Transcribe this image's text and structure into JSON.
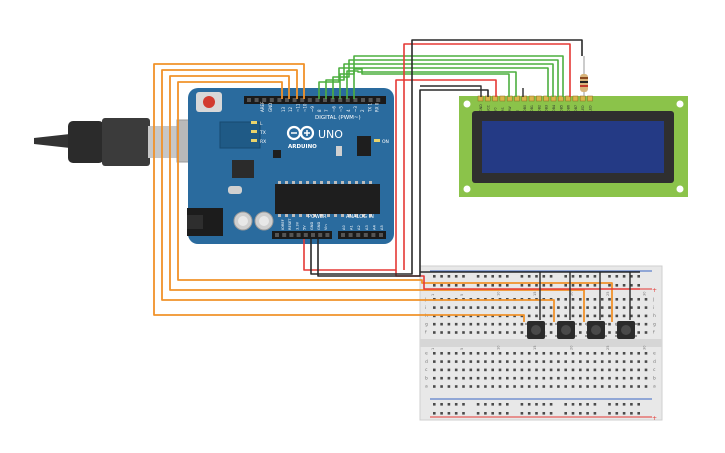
{
  "arduino": {
    "brand": "ARDUINO",
    "model": "UNO",
    "digital_label": "DIGITAL (PWM~)",
    "power_label": "POWER",
    "analog_label": "ANALOG IN",
    "led_on": "ON",
    "led_tx": "TX",
    "led_rx": "RX",
    "led_l": "L",
    "aref": "AREF",
    "gnd": "GND",
    "digital_pins": [
      "13",
      "12",
      "~11",
      "~10",
      "~9",
      "8",
      "7",
      "~6",
      "~5",
      "4",
      "~3",
      "2",
      "TX 1",
      "RX 0"
    ],
    "power_pins": [
      "IOREF",
      "RESET",
      "3.3V",
      "5V",
      "GND",
      "GND",
      "Vin"
    ],
    "analog_pins": [
      "A0",
      "A1",
      "A2",
      "A3",
      "A4",
      "A5"
    ]
  },
  "lcd": {
    "pin_labels": [
      "GND",
      "VCC",
      "V0",
      "RS",
      "RW",
      "E",
      "DB0",
      "DB1",
      "DB2",
      "DB3",
      "DB4",
      "DB5",
      "DB6",
      "DB7",
      "LED",
      "LED"
    ]
  },
  "breadboard": {
    "row_letters": [
      "j",
      "i",
      "h",
      "g",
      "f",
      "e",
      "d",
      "c",
      "b",
      "a"
    ],
    "column_numbers": [
      "1",
      "5",
      "10",
      "15",
      "20",
      "25",
      "30"
    ]
  },
  "buttons": {
    "count": 4
  },
  "colors": {
    "board": "#2a6b9e",
    "board_dark": "#1f5a86",
    "lcd_pcb": "#8bc34a",
    "lcd_screen": "#243a85",
    "wire_orange": "#f0922a",
    "wire_green": "#4caf3f",
    "wire_red": "#e53935",
    "wire_black": "#2a2a2a",
    "breadboard": "#e8e8e8",
    "rail_red": "#e53935",
    "rail_blue": "#3a66c4"
  }
}
